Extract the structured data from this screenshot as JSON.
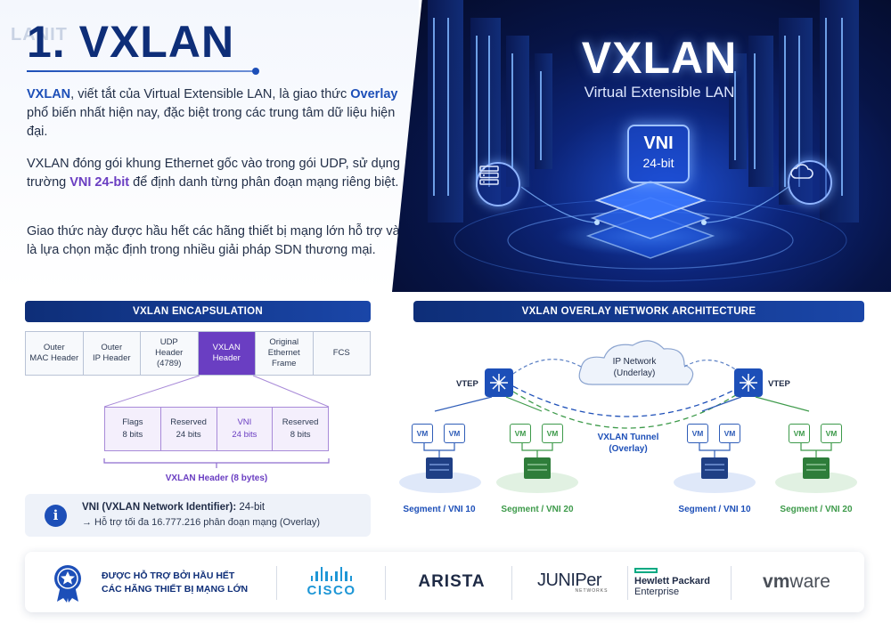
{
  "brand_logo": "LANIT",
  "main_title": "1. VXLAN",
  "intro": {
    "p1_prefix": "VXLAN",
    "p1_mid": ", viết tắt của Virtual Extensible LAN, là giao thức ",
    "p1_hl": "Overlay",
    "p1_suffix": " phổ biến nhất hiện nay, đặc biệt trong các trung tâm dữ liệu hiện đại.",
    "p2_prefix": "VXLAN đóng gói khung Ethernet gốc vào trong gói UDP, sử dụng trường ",
    "p2_hl": "VNI 24-bit",
    "p2_suffix": " để định danh từng phân đoạn mạng riêng biệt.",
    "p3": "Giao thức này được hầu hết các hãng thiết bị mạng lớn hỗ trợ và là lựa chọn mặc định trong nhiều giải pháp SDN thương mại."
  },
  "hero": {
    "title": "VXLAN",
    "subtitle": "Virtual Extensible LAN",
    "vni_line1": "VNI",
    "vni_line2": "24-bit",
    "left_icon": "server-stack-icon",
    "right_icon": "cloud-icon"
  },
  "encapsulation": {
    "title": "VXLAN ENCAPSULATION",
    "fields": [
      {
        "line1": "Outer",
        "line2": "MAC Header",
        "line3": ""
      },
      {
        "line1": "Outer",
        "line2": "IP Header",
        "line3": ""
      },
      {
        "line1": "UDP",
        "line2": "Header",
        "line3": "(4789)"
      },
      {
        "line1": "VXLAN",
        "line2": "Header",
        "line3": ""
      },
      {
        "line1": "Original",
        "line2": "Ethernet",
        "line3": "Frame"
      },
      {
        "line1": "FCS",
        "line2": "",
        "line3": ""
      }
    ],
    "header_fields": [
      {
        "name": "Flags",
        "size": "8 bits"
      },
      {
        "name": "Reserved",
        "size": "24 bits"
      },
      {
        "name": "VNI",
        "size": "24 bits"
      },
      {
        "name": "Reserved",
        "size": "8 bits"
      }
    ],
    "header_label": "VXLAN Header (8 bytes)",
    "info_title": "VNI (VXLAN Network Identifier):",
    "info_value": " 24-bit",
    "info_detail": "→ Hỗ trợ tối đa 16.777.216 phân đoạn mạng (Overlay)"
  },
  "architecture": {
    "title": "VXLAN OVERLAY NETWORK ARCHITECTURE",
    "cloud_line1": "IP Network",
    "cloud_line2": "(Underlay)",
    "vtep_left": "VTEP",
    "vtep_right": "VTEP",
    "tunnel_line1": "VXLAN Tunnel",
    "tunnel_line2": "(Overlay)",
    "vm_label": "VM",
    "seg_left_blue": "Segment / VNI 10",
    "seg_left_green": "Segment / VNI 20",
    "seg_right_blue": "Segment / VNI 10",
    "seg_right_green": "Segment / VNI 20"
  },
  "footer": {
    "support_line1": "ĐƯỢC HỖ TRỢ BỞI HẦU HẾT",
    "support_line2": "CÁC HÃNG THIẾT BỊ MẠNG LỚN",
    "vendors": {
      "cisco": "CISCO",
      "arista": "ARISTA",
      "juniper": "JUNIPer",
      "juniper_sub": "NETWORKS",
      "hpe_line1": "Hewlett Packard",
      "hpe_line2": "Enterprise",
      "vmware_a": "vm",
      "vmware_b": "ware"
    }
  },
  "colors": {
    "navy": "#0e2e78",
    "blue": "#1d4fb8",
    "purple": "#6a3ec2",
    "green": "#3d9a4a",
    "cisco_blue": "#1d96d6",
    "hpe_green": "#01a982"
  }
}
